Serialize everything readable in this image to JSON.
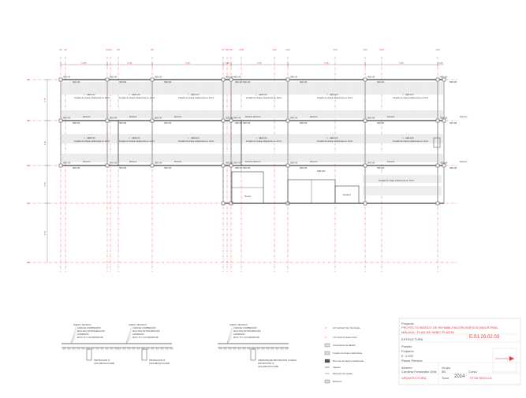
{
  "axes_columns": [
    "A1",
    "A2",
    "A3",
    "A4",
    "A5",
    "A6",
    "A7",
    "A8",
    "A9",
    "A10",
    "A11",
    "A12",
    "A13",
    "A14",
    "A15",
    "A16"
  ],
  "axes_rows": [
    "A1",
    "A2",
    "A3",
    "A4",
    "A5"
  ],
  "dims_top": [
    "4.475",
    "5.45",
    "5.45",
    "5.45",
    "5.45",
    "5.45",
    "5.45",
    "5.45",
    "4.475"
  ],
  "dims_left": [
    "2.75",
    "3.40",
    "3.50",
    "5.00",
    "4.20"
  ],
  "labels": {
    "slab": "Forjado de chapa colaborante en 12cm",
    "beam": "HEB 180",
    "beam_b": "HEB 200",
    "beam_c": "HEB 100",
    "pillar": "HEB 140",
    "brace": "Refuerzo",
    "opening": "Huecos",
    "stair": "Escalera"
  },
  "legend": [
    {
      "text": "A/C Vertical Ture Terminado"
    },
    {
      "text": "Y/C Final de Suelo Cubo"
    },
    {
      "text": "Cerramiento de fábrica"
    },
    {
      "text": "Forjado de chapa colaborante"
    },
    {
      "text": "Muro de hormigón prefabricado"
    },
    {
      "text": "Vigueta"
    },
    {
      "text": "Dirección de forjado"
    },
    {
      "text": "Refuerzo"
    }
  ],
  "sections": [
    {
      "title": "SUELO TÉCNICO",
      "l1": "CAPA DE COMPRESIÓN",
      "l2": "MALLAZO ANTIFISURACIÓN",
      "l3": "HORMIGÓN",
      "l4": "MICO 70 x COLABORANTE",
      "p1": "PROTECCIÓN IF",
      "p2": "VIGA METÁLICA HEB"
    },
    {
      "title": "SUELO TÉCNICO",
      "l1": "CAPA DE COMPRESIÓN",
      "l2": "MALLAZO ANTIFISURACIÓN",
      "l3": "HORMIGÓN",
      "l4": "MICO 70 x COLABORANTE",
      "p1": "PROTECCIÓN IF",
      "p2": "VIGA METÁLICA HEB"
    },
    {
      "title": "SUELO TÉCNICO",
      "l1": "CAPA DE COMPRESIÓN",
      "l2": "MALLAZO ANTIFISURACIÓN",
      "l3": "HORMIGÓN",
      "l4": "MICO 70 x COLABORANTE",
      "p1": "ARMADURA DE PROTECCIÓN A FUEGO",
      "p2": "PROTECCIÓN IF",
      "p3": "VIGA METÁLICA HEB"
    }
  ],
  "title_block": {
    "project_label": "Proyecto",
    "project_line1": "PROYECTO BÁSICO DE REHABILITACIÓN EDIFICIO INDUSTRIAL",
    "project_line2": "MÁLAGA - PLAN DE SABIO PLANTA",
    "struct_label": "ESTRUCTURA",
    "code": "E.S1 20.02.03",
    "plane1": "Plantas",
    "plane2": "Forjados",
    "scale": "E. 1:100",
    "plane3": "Planta Primera",
    "author_label": "Alumno",
    "author": "Carolina Fernández Ortiz",
    "group_label": "Grupo",
    "group": "5B",
    "course_label": "Curso",
    "year": "2014",
    "school": "ETSA SEVILLA",
    "faculty": "ARQUITECTURA",
    "tutor": "Tutor"
  },
  "colors": {
    "axis": "#e03a3a",
    "line": "#444444",
    "hatch": "#cfcfcf",
    "text": "#444444"
  }
}
